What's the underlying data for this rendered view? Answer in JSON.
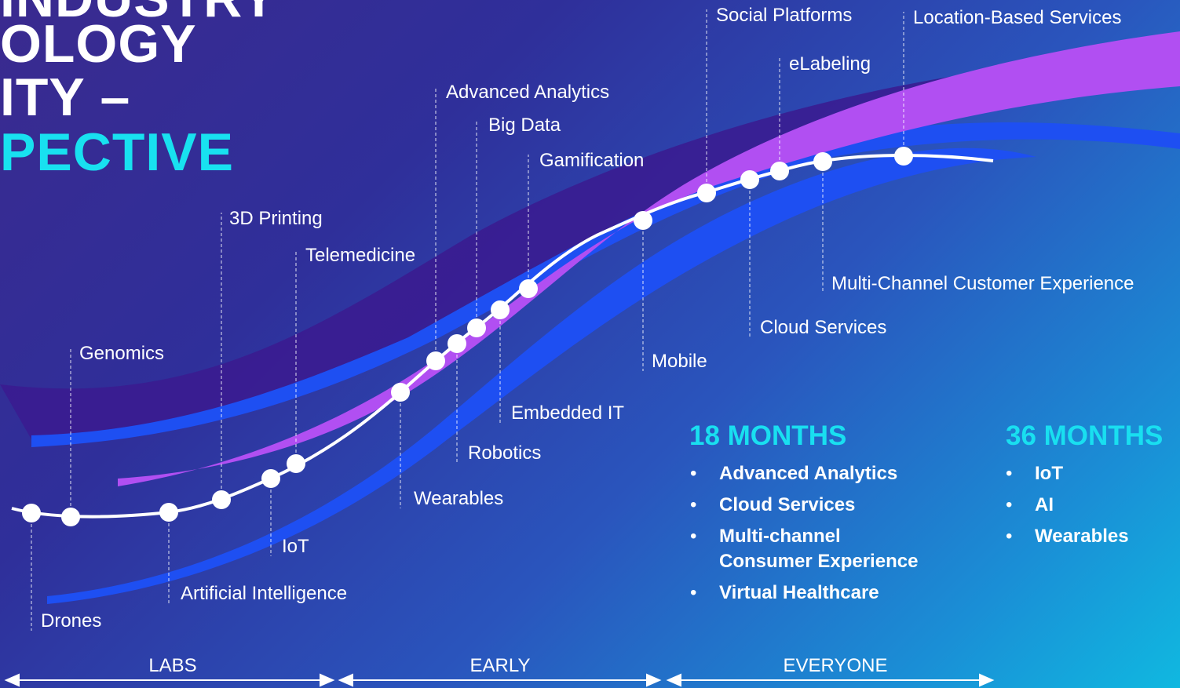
{
  "title": {
    "lines": [
      "INDUSTRY",
      "OLOGY",
      "ITY –",
      "PECTIVE"
    ]
  },
  "technologies": [
    {
      "name": "Drones",
      "side": "below"
    },
    {
      "name": "Genomics",
      "side": "above"
    },
    {
      "name": "Artificial Intelligence",
      "side": "below"
    },
    {
      "name": "3D Printing",
      "side": "above"
    },
    {
      "name": "IoT",
      "side": "below"
    },
    {
      "name": "Telemedicine",
      "side": "above"
    },
    {
      "name": "Wearables",
      "side": "below"
    },
    {
      "name": "Advanced Analytics",
      "side": "above"
    },
    {
      "name": "Robotics",
      "side": "below"
    },
    {
      "name": "Big Data",
      "side": "above"
    },
    {
      "name": "Embedded IT",
      "side": "below"
    },
    {
      "name": "Gamification",
      "side": "above"
    },
    {
      "name": "Mobile",
      "side": "below"
    },
    {
      "name": "Social Platforms",
      "side": "above"
    },
    {
      "name": "Cloud Services",
      "side": "below"
    },
    {
      "name": "eLabeling",
      "side": "above"
    },
    {
      "name": "Multi-Channel Customer Experience",
      "side": "below"
    },
    {
      "name": "Location-Based Services",
      "side": "above"
    }
  ],
  "outlook": [
    {
      "heading": "18 MONTHS",
      "items": [
        "Advanced Analytics",
        "Cloud Services",
        "Multi-channel Consumer Experience",
        "Virtual Healthcare"
      ]
    },
    {
      "heading": "36 MONTHS",
      "items": [
        "IoT",
        "AI",
        "Wearables"
      ]
    }
  ],
  "phases": [
    "LABS",
    "EARLY",
    "EVERYONE"
  ],
  "colors": {
    "accent_cyan": "#19dff0",
    "ribbon_purple": "#b14ff2",
    "ribbon_blue": "#1e4ff2",
    "ribbon_dark": "#3b1a8f"
  }
}
